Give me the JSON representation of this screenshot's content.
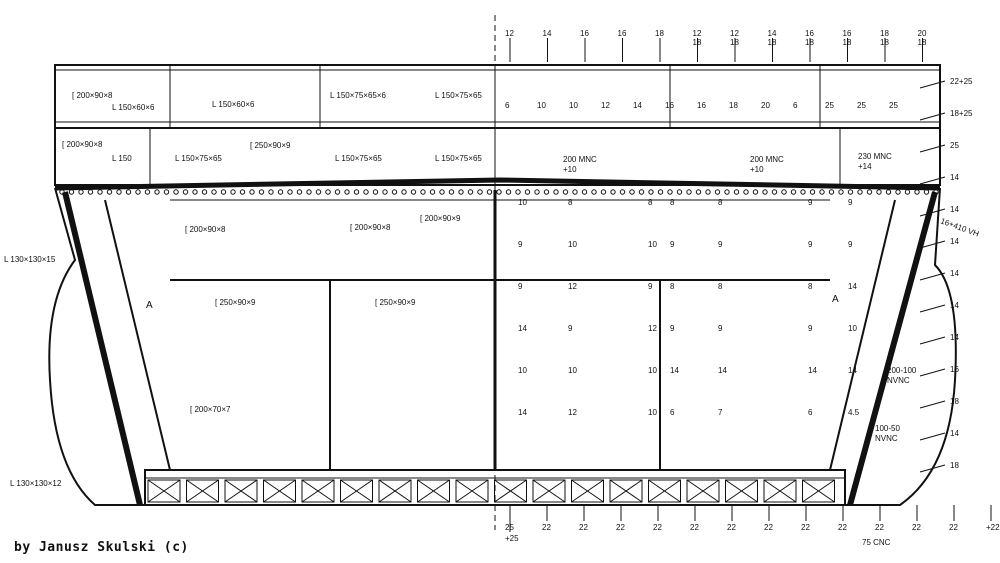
{
  "credit": "by Janusz Skulski (c)",
  "profiles": {
    "c_200_90_8": "[ 200×90×8",
    "l_150_60_6": "L 150×60×6",
    "l_150_75_65_6": "L 150×75×65×6",
    "l_150_75_65": "L 150×75×65",
    "c_250_90_9": "[ 250×90×9",
    "l_150": "L 150",
    "c_200_90_9": "[ 200×90×9",
    "c_200_70_7": "[ 200×70×7",
    "l_130_130_15": "L 130×130×15",
    "l_130_130_12": "L 130×130×12",
    "mnc_200": "200 MNC",
    "mnc_230": "230 MNC",
    "plus_10": "+10",
    "plus_14": "+14",
    "nvnc_1": "200-100",
    "nvnc_2": "NVNC",
    "nvnc_3": "100-50",
    "cnc_75": "75 CNC",
    "vh": "16+410 VH",
    "a": "A"
  },
  "top_thickness": [
    "12",
    "14",
    "16",
    "16",
    "18",
    "12\n18",
    "12\n18",
    "14\n18",
    "16\n18",
    "16\n18",
    "18\n18",
    "20\n18"
  ],
  "deck_thickness": [
    "6",
    "10",
    "10",
    "12",
    "14",
    "16",
    "16",
    "18",
    "20",
    "6",
    "25",
    "25",
    "25"
  ],
  "right_thickness": [
    "22+25",
    "18+25",
    "25",
    "14",
    "14",
    "14",
    "14",
    "14",
    "14",
    "16",
    "18",
    "14",
    "18"
  ],
  "bottom_thickness": [
    "25",
    "+25",
    "22",
    "22",
    "22",
    "22",
    "22",
    "22",
    "22",
    "22",
    "22",
    "22",
    "22",
    "22",
    "+22"
  ],
  "inner_numbers": [
    "10",
    "8",
    "8",
    "8",
    "8",
    "9",
    "9",
    "9",
    "10",
    "10",
    "9",
    "9",
    "9",
    "9",
    "9",
    "12",
    "9",
    "8",
    "8",
    "8",
    "14",
    "14",
    "9",
    "12",
    "9",
    "9",
    "9",
    "10",
    "10",
    "10",
    "10",
    "14",
    "14",
    "14",
    "14",
    "14",
    "12",
    "10",
    "6",
    "7",
    "6",
    "4.5"
  ]
}
